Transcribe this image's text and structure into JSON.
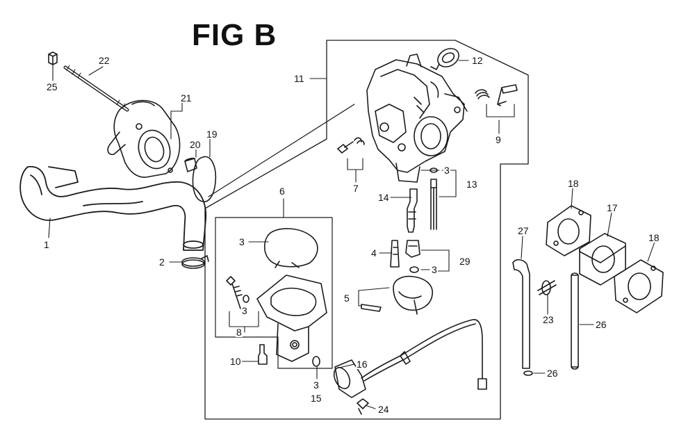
{
  "figure": {
    "title": "FIG B"
  },
  "parts": [
    {
      "id": "p1",
      "label": "1"
    },
    {
      "id": "p2",
      "label": "2"
    },
    {
      "id": "p3a",
      "label": "3"
    },
    {
      "id": "p3b",
      "label": "3"
    },
    {
      "id": "p3c",
      "label": "3"
    },
    {
      "id": "p3d",
      "label": "3"
    },
    {
      "id": "p3e",
      "label": "3"
    },
    {
      "id": "p4",
      "label": "4"
    },
    {
      "id": "p5",
      "label": "5"
    },
    {
      "id": "p6",
      "label": "6"
    },
    {
      "id": "p7",
      "label": "7"
    },
    {
      "id": "p8",
      "label": "8"
    },
    {
      "id": "p9",
      "label": "9"
    },
    {
      "id": "p10",
      "label": "10"
    },
    {
      "id": "p11",
      "label": "11"
    },
    {
      "id": "p12",
      "label": "12"
    },
    {
      "id": "p13",
      "label": "13"
    },
    {
      "id": "p14",
      "label": "14"
    },
    {
      "id": "p15",
      "label": "15"
    },
    {
      "id": "p16",
      "label": "16"
    },
    {
      "id": "p17",
      "label": "17"
    },
    {
      "id": "p18a",
      "label": "18"
    },
    {
      "id": "p18b",
      "label": "18"
    },
    {
      "id": "p19",
      "label": "19"
    },
    {
      "id": "p20",
      "label": "20"
    },
    {
      "id": "p21",
      "label": "21"
    },
    {
      "id": "p22",
      "label": "22"
    },
    {
      "id": "p23",
      "label": "23"
    },
    {
      "id": "p24",
      "label": "24"
    },
    {
      "id": "p25",
      "label": "25"
    },
    {
      "id": "p26a",
      "label": "26"
    },
    {
      "id": "p26b",
      "label": "26"
    },
    {
      "id": "p27",
      "label": "27"
    },
    {
      "id": "p29",
      "label": "29"
    }
  ]
}
